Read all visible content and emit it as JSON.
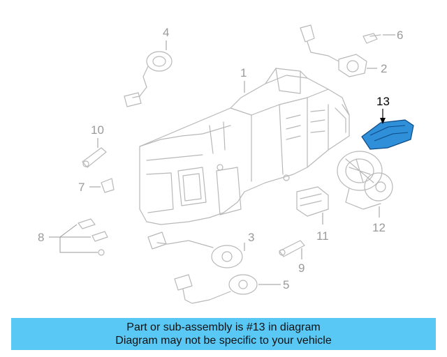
{
  "callouts": {
    "c1": "1",
    "c2": "2",
    "c3": "3",
    "c4": "4",
    "c5": "5",
    "c6": "6",
    "c7": "7",
    "c8": "8",
    "c9": "9",
    "c10": "10",
    "c11": "11",
    "c12": "12",
    "c13": "13"
  },
  "highlight_color": "#2f8fd8",
  "banner": {
    "line1": "Part or sub-assembly is #13 in diagram",
    "line2": "Diagram may not be specific to your vehicle",
    "color": "#5ac8f5"
  }
}
